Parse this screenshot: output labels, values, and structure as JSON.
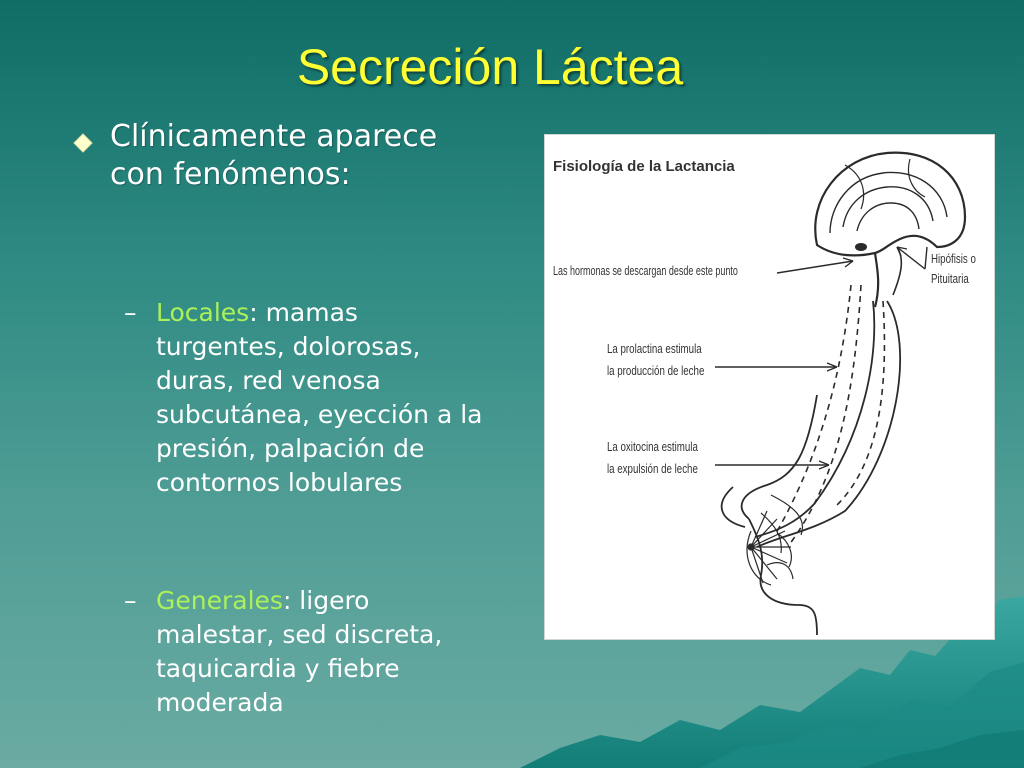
{
  "title": "Secreción Láctea",
  "bullet": {
    "text": "Clínicamente aparece con fenómenos:"
  },
  "subitems": [
    {
      "dash": "–",
      "key": "Locales",
      "text": ": mamas turgentes, dolorosas, duras, red venosa subcutánea, eyección a la presión, palpación de contornos lobulares"
    },
    {
      "dash": "–",
      "key": "Generales",
      "text": ": ligero malestar, sed discreta, taquicardia y fiebre moderada"
    }
  ],
  "figure": {
    "title": "Fisiología de la Lactancia",
    "labels": {
      "release": "Las hormonas se descargan desde este punto",
      "pituitary_1": "Hipófisis o",
      "pituitary_2": "Pituitaria",
      "prolactin_1": "La prolactina estimula",
      "prolactin_2": "la producción de leche",
      "oxytocin_1": "La oxitocina estimula",
      "oxytocin_2": "la expulsión de leche"
    }
  },
  "colors": {
    "title": "#ffff33",
    "text": "#ffffff",
    "keyword": "#aaf15a",
    "bullet_diamond": "#ffffcc",
    "background_top": "#0f6d66",
    "background_bottom": "#6aaba3"
  }
}
